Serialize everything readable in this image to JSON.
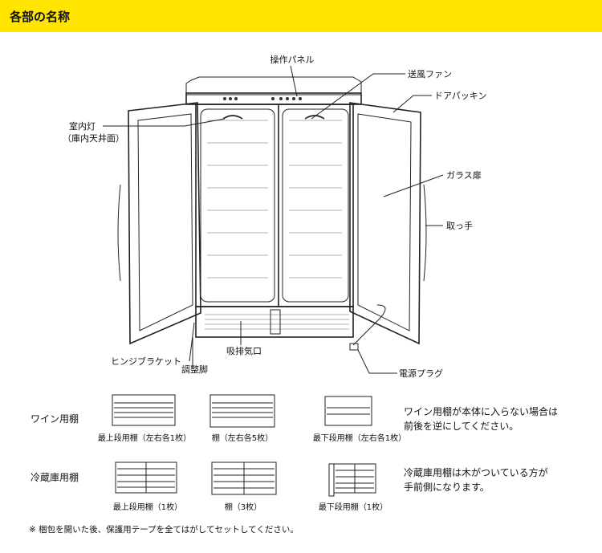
{
  "header": {
    "title": "各部の名称",
    "color": "#FFE500"
  },
  "labels": {
    "control_panel": "操作パネル",
    "fan": "送風ファン",
    "door_gasket": "ドアパッキン",
    "light": "室内灯",
    "light_sub": "（庫内天井面）",
    "glass_door": "ガラス扉",
    "handle": "取っ手",
    "hinge": "ヒンジブラケット",
    "foot": "調整脚",
    "vent": "吸排気口",
    "plug": "電源プラグ"
  },
  "wine_shelves": {
    "title": "ワイン用棚",
    "items": [
      "最上段用棚（左右各1枚）",
      "棚（左右各5枚）",
      "最下段用棚（左右各1枚）"
    ],
    "note": [
      "ワイン用棚が本体に入らない場合は",
      "前後を逆にしてください。"
    ]
  },
  "fridge_shelves": {
    "title": "冷蔵庫用棚",
    "items": [
      "最上段用棚（1枚）",
      "棚（3枚）",
      "最下段用棚（1枚）"
    ],
    "note": [
      "冷蔵庫用棚は木がついている方が",
      "手前側になります。"
    ]
  },
  "footnote": "※ 梱包を開いた後、保護用テープを全てはがしてセットしてください。"
}
